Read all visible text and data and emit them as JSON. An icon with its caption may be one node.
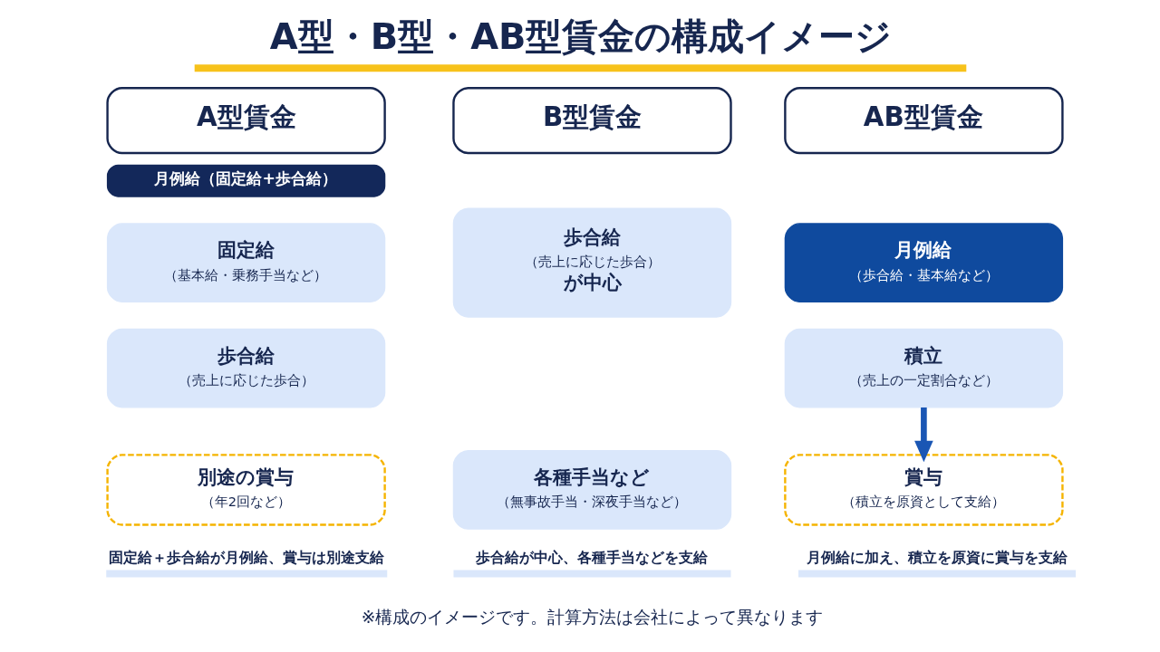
{
  "diagram": {
    "title": "A型・B型・AB型賃金の構成イメージ",
    "caption": "※構成のイメージです。計算方法は会社によって異なります",
    "nodes": [
      {
        "text": [
          "A型賃金"
        ]
      },
      {
        "text": [
          "月例給（固定給+歩合給）"
        ]
      },
      {
        "text": [
          "固定給",
          "（基本給・乗務手当など）"
        ]
      },
      {
        "text": [
          "歩合給",
          "（売上に応じた歩合）"
        ]
      },
      {
        "text": [
          "別途の賞与",
          "（年2回など）"
        ]
      },
      {
        "text": [
          "B型賃金"
        ]
      },
      {
        "text": [
          "歩合給",
          "（売上に応じた歩合）",
          "が中心"
        ]
      },
      {
        "text": [
          "各種手当など",
          "（無事故手当・深夜手当など）"
        ]
      },
      {
        "text": [
          "AB型賃金"
        ]
      },
      {
        "text": [
          "月例給",
          "（歩合給・基本給など）"
        ]
      },
      {
        "text": [
          "積立",
          "（売上の一定割合など）"
        ]
      },
      {
        "text": [
          "賞与",
          "（積立を原資として支給）"
        ]
      }
    ],
    "edges": [
      {
        "from": 10,
        "to": 11,
        "arrow": "to",
        "color": "#1a56b4"
      }
    ],
    "labels": [
      "固定給＋歩合給が月例給、賞与は別途支給",
      "歩合給が中心、各種手当などを支給",
      "月例給に加え、積立を原資に賞与を支給"
    ]
  }
}
